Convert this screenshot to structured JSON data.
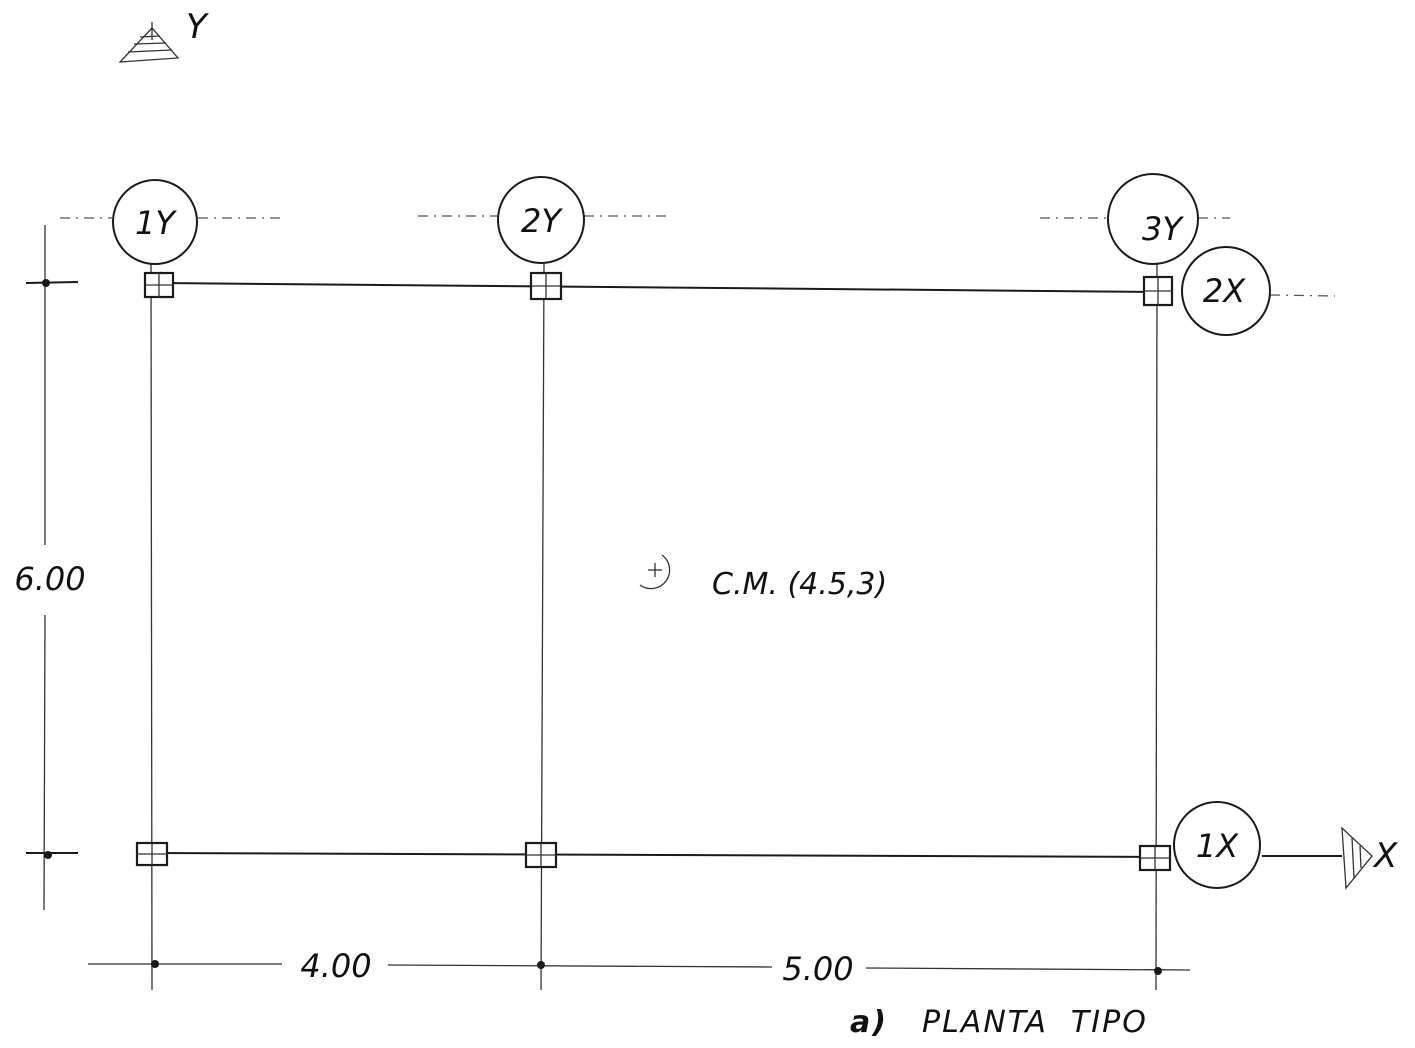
{
  "diagram": {
    "axes": {
      "y_label": "Y",
      "x_label": "X"
    },
    "grid_bubbles": {
      "y1": "1Y",
      "y2": "2Y",
      "y3": "3Y",
      "x1": "1X",
      "x2": "2X"
    },
    "dimensions": {
      "vertical": "6.00",
      "span_1": "4.00",
      "span_2": "5.00"
    },
    "center_of_mass": "C.M. (4.5,3)",
    "caption": {
      "prefix": "a)",
      "title": "PLANTA  TIPO"
    }
  }
}
